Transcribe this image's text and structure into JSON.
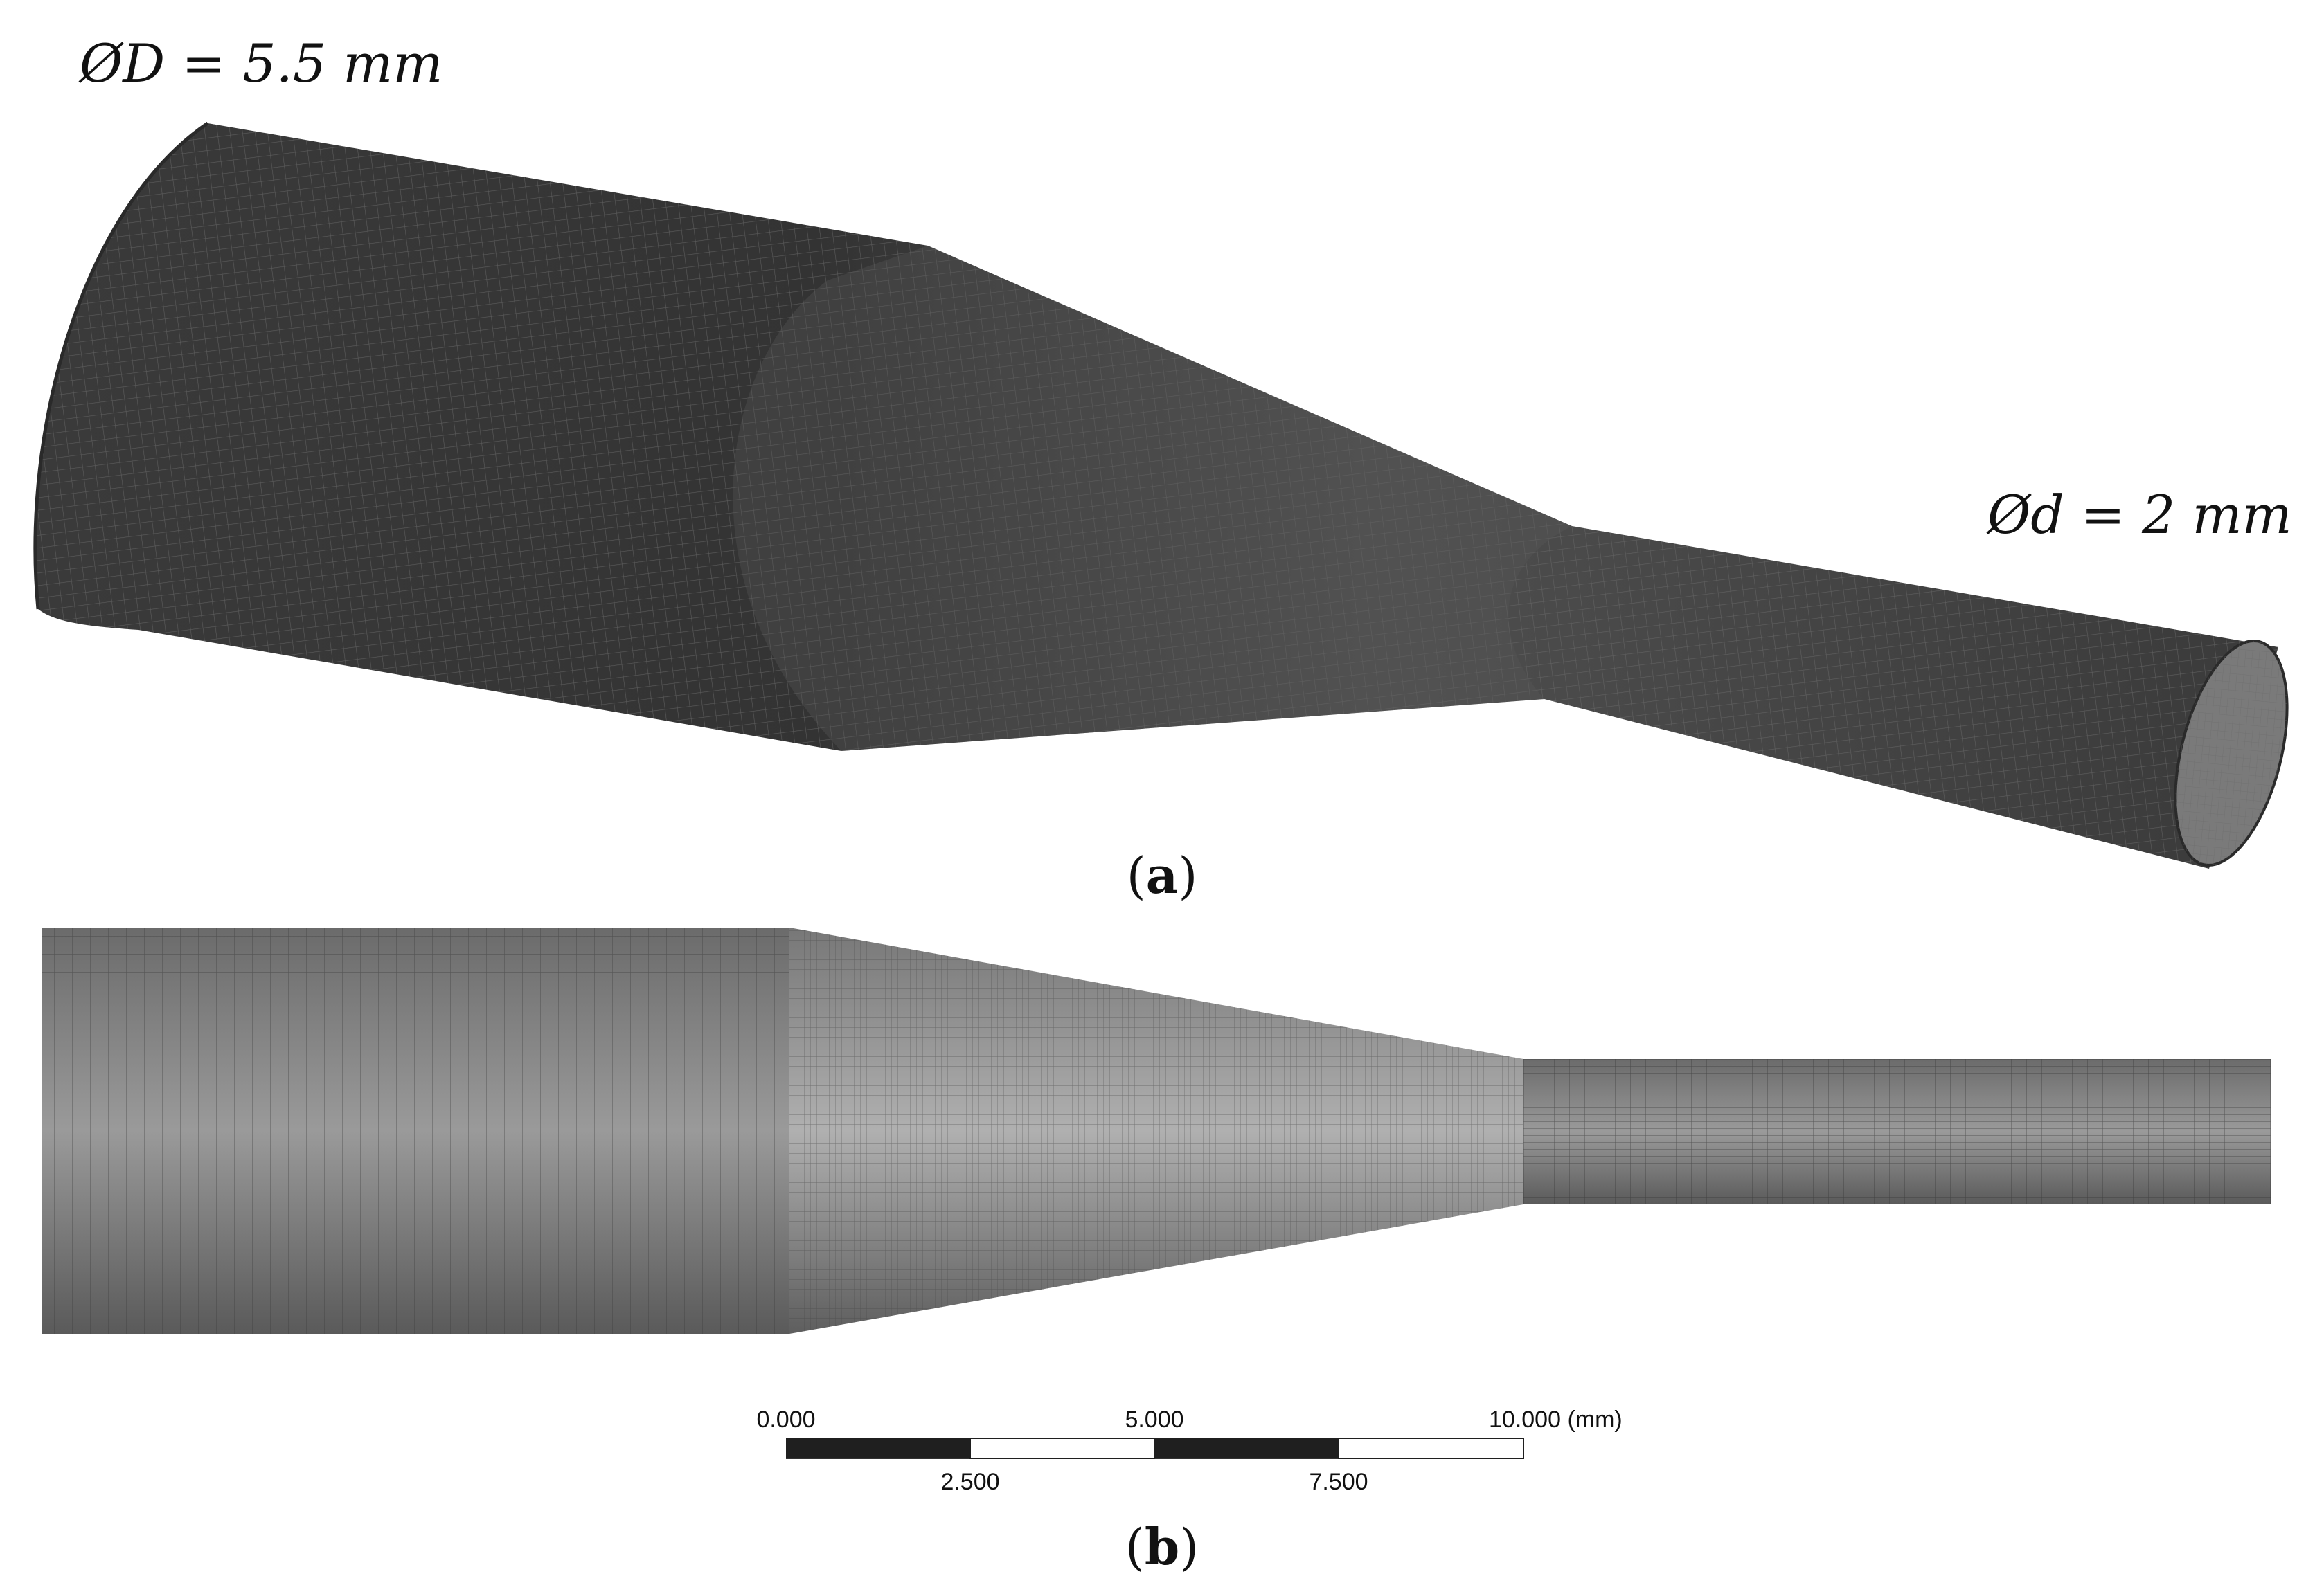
{
  "panel_a": {
    "label_D": "ØD = 5.5 mm",
    "label_d": "Ød = 2 mm",
    "caption_open": "(",
    "caption_letter": "a",
    "caption_close": ")"
  },
  "panel_b": {
    "caption_open": "(",
    "caption_letter": "b",
    "caption_close": ")"
  },
  "scale_bar": {
    "top_labels": [
      "0.000",
      "5.000",
      "10.000 (mm)"
    ],
    "bottom_labels": [
      "2.500",
      "7.500"
    ]
  },
  "colors": {
    "mesh_dark": "#3a3a3a",
    "mesh_light": "#8c8c8c",
    "scale_fill": "#1f1f1f"
  }
}
